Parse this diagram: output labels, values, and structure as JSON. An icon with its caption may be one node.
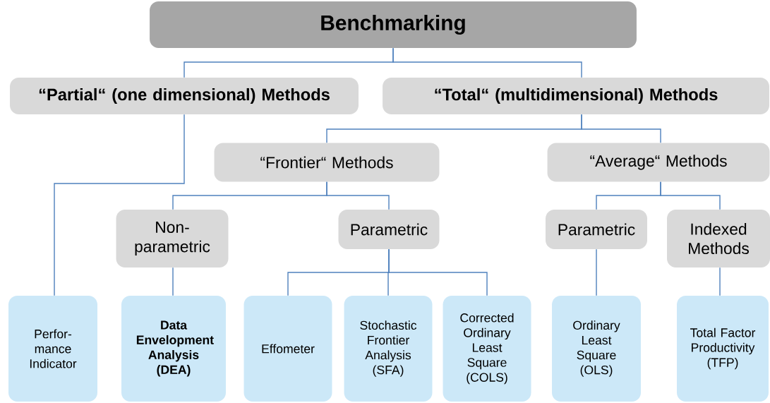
{
  "diagram": {
    "nodes": [
      {
        "text": [
          "Benchmarking"
        ]
      },
      {
        "text": [
          "“Partial“ (one dimensional) Methods"
        ]
      },
      {
        "text": [
          "“Total“ (multidimensional) Methods"
        ]
      },
      {
        "text": [
          "“Frontier“ Methods"
        ]
      },
      {
        "text": [
          "“Average“ Methods"
        ]
      },
      {
        "text": [
          "Non- parametric"
        ]
      },
      {
        "text": [
          "Parametric"
        ]
      },
      {
        "text": [
          "Parametric"
        ]
      },
      {
        "text": [
          "Indexed Methods"
        ]
      },
      {
        "text": [
          "Perfor- mance Indicator"
        ]
      },
      {
        "text": [
          "Data Envelopment Analysis (DEA)"
        ]
      },
      {
        "text": [
          "Effometer"
        ]
      },
      {
        "text": [
          "Stochastic Frontier Analysis (SFA)"
        ]
      },
      {
        "text": [
          "Corrected Ordinary Least Square (COLS)"
        ]
      },
      {
        "text": [
          "Ordinary Least Square (OLS)"
        ]
      },
      {
        "text": [
          "Total Factor Productivity (TFP)"
        ]
      }
    ],
    "edges": [
      {
        "from": 0,
        "to": 1,
        "arrow": "none"
      },
      {
        "from": 0,
        "to": 2,
        "arrow": "none"
      },
      {
        "from": 2,
        "to": 3,
        "arrow": "none"
      },
      {
        "from": 2,
        "to": 4,
        "arrow": "none"
      },
      {
        "from": 1,
        "to": 9,
        "arrow": "none"
      },
      {
        "from": 3,
        "to": 5,
        "arrow": "none"
      },
      {
        "from": 3,
        "to": 6,
        "arrow": "none"
      },
      {
        "from": 4,
        "to": 7,
        "arrow": "none"
      },
      {
        "from": 4,
        "to": 8,
        "arrow": "none"
      },
      {
        "from": 5,
        "to": 10,
        "arrow": "none"
      },
      {
        "from": 6,
        "to": 11,
        "arrow": "none"
      },
      {
        "from": 6,
        "to": 12,
        "arrow": "none"
      },
      {
        "from": 6,
        "to": 13,
        "arrow": "none"
      },
      {
        "from": 7,
        "to": 14,
        "arrow": "none"
      },
      {
        "from": 8,
        "to": 15,
        "arrow": "none"
      }
    ]
  }
}
